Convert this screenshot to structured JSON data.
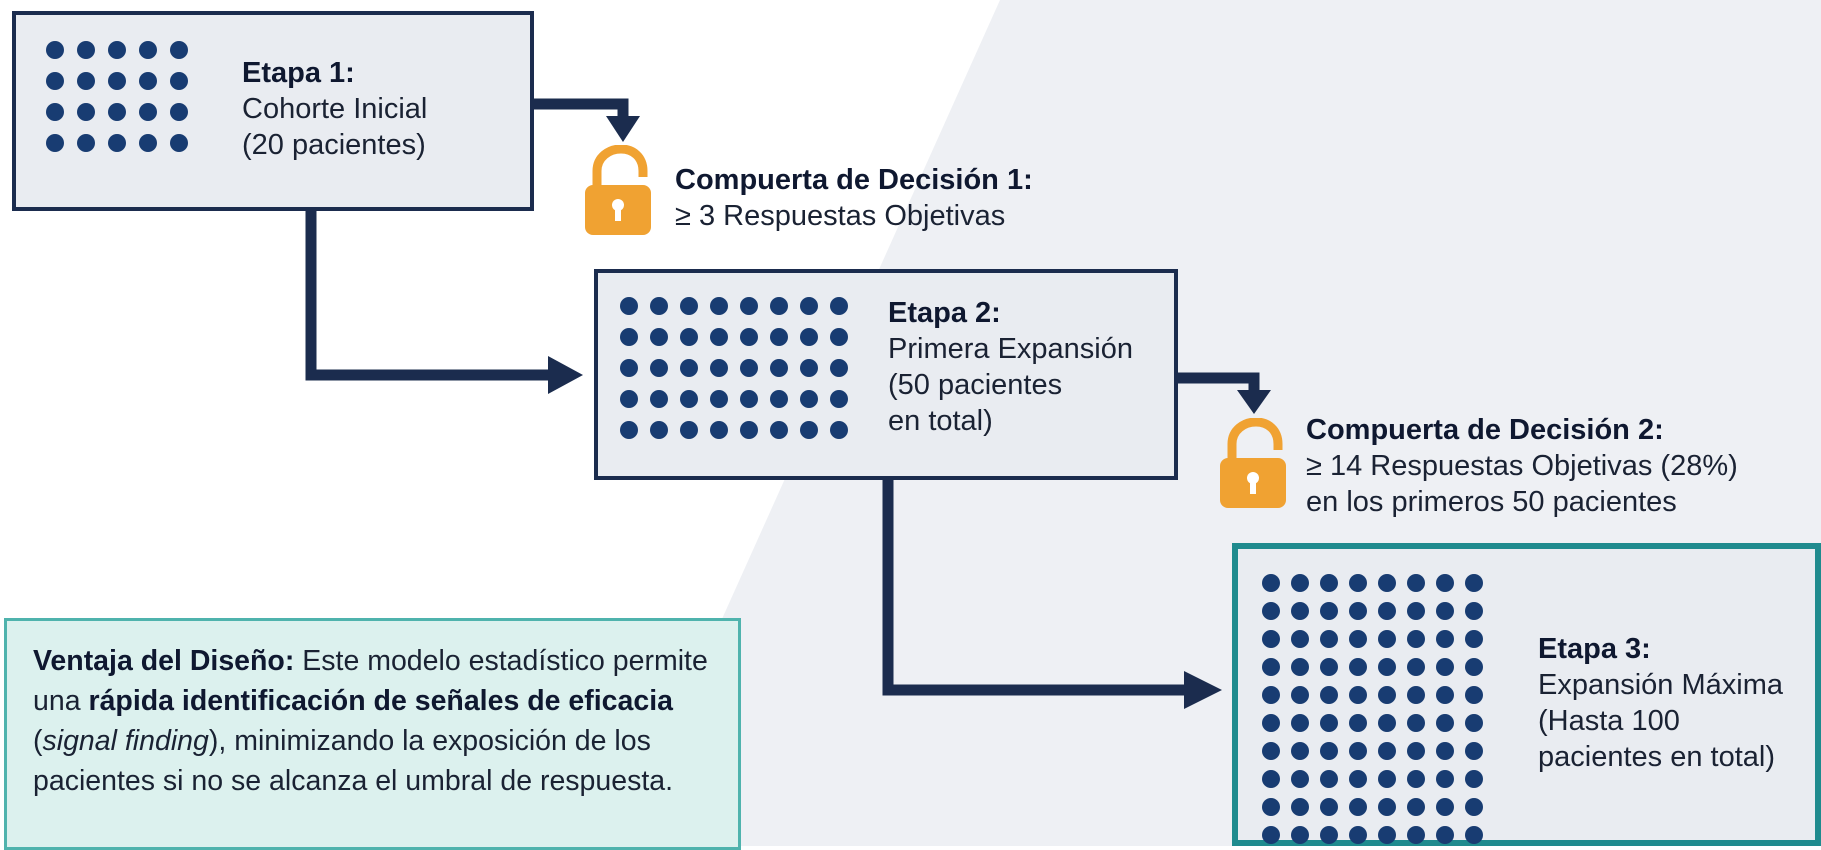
{
  "stages": [
    {
      "title": "Etapa 1:",
      "line1": "Cohorte Inicial",
      "line2": "(20 pacientes)",
      "dot_count": 20
    },
    {
      "title": "Etapa 2:",
      "line1": "Primera Expansión",
      "line2": "(50 pacientes",
      "line3": "en total)",
      "dot_count": 40
    },
    {
      "title": "Etapa 3:",
      "line1": "Expansión Máxima",
      "line2": "(Hasta 100",
      "line3": "pacientes en total)",
      "dot_count": 80
    }
  ],
  "gates": [
    {
      "title": "Compuerta de Decisión 1:",
      "line1": "≥ 3 Respuestas Objetivas",
      "icon": "unlocked-padlock-icon"
    },
    {
      "title": "Compuerta de Decisión 2:",
      "line1": "≥ 14 Respuestas Objetivas (28%)",
      "line2": "en los primeros 50 pacientes",
      "icon": "unlocked-padlock-icon"
    }
  ],
  "note": {
    "label": "Ventaja del Diseño:",
    "text1": " Este modelo estadístico permite una ",
    "bold": "rápida identificación de señales de eficacia",
    "text2": " (",
    "italic": "signal finding",
    "text3": "), minimizando la exposición de los pacientes si no se alcanza el umbral de respuesta."
  },
  "colors": {
    "stage_border": "#1b2c4e",
    "dot": "#183c72",
    "stage_fill": "#e9ecf1",
    "stage3_border": "#1f8b8e",
    "lock": "#f0a232",
    "note_fill": "#dcf1ee",
    "note_border": "#4fb3ad"
  }
}
